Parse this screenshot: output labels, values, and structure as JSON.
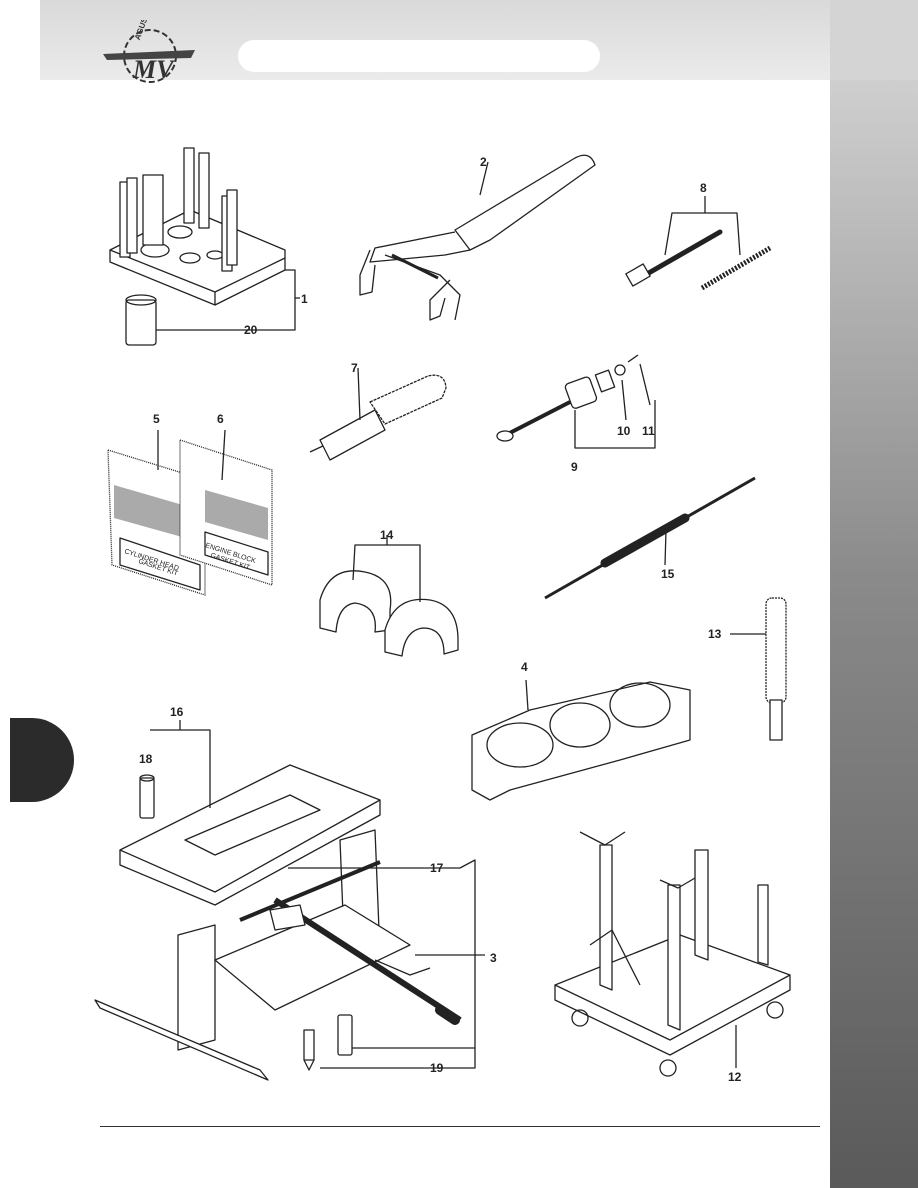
{
  "header": {
    "title": ""
  },
  "logo": {
    "brand_text": "AGUSTA",
    "mark": "MV"
  },
  "callouts": {
    "c1": "1",
    "c2": "2",
    "c3": "3",
    "c4": "4",
    "c5": "5",
    "c6": "6",
    "c7": "7",
    "c8": "8",
    "c9": "9",
    "c10": "10",
    "c11": "11",
    "c12": "12",
    "c13": "13",
    "c14": "14",
    "c15": "15",
    "c16": "16",
    "c17": "17",
    "c18": "18",
    "c19": "19",
    "c20": "20"
  },
  "bags": {
    "bag5_line1": "CYLINDER HEAD",
    "bag5_line2": "GASKET KIT",
    "bag6_line1": "ENGINE BLOCK",
    "bag6_line2": "GASKET KIT"
  },
  "colors": {
    "line": "#222222",
    "side_bar_dark": "#5a5a5a",
    "tab": "#2b2b2b"
  }
}
